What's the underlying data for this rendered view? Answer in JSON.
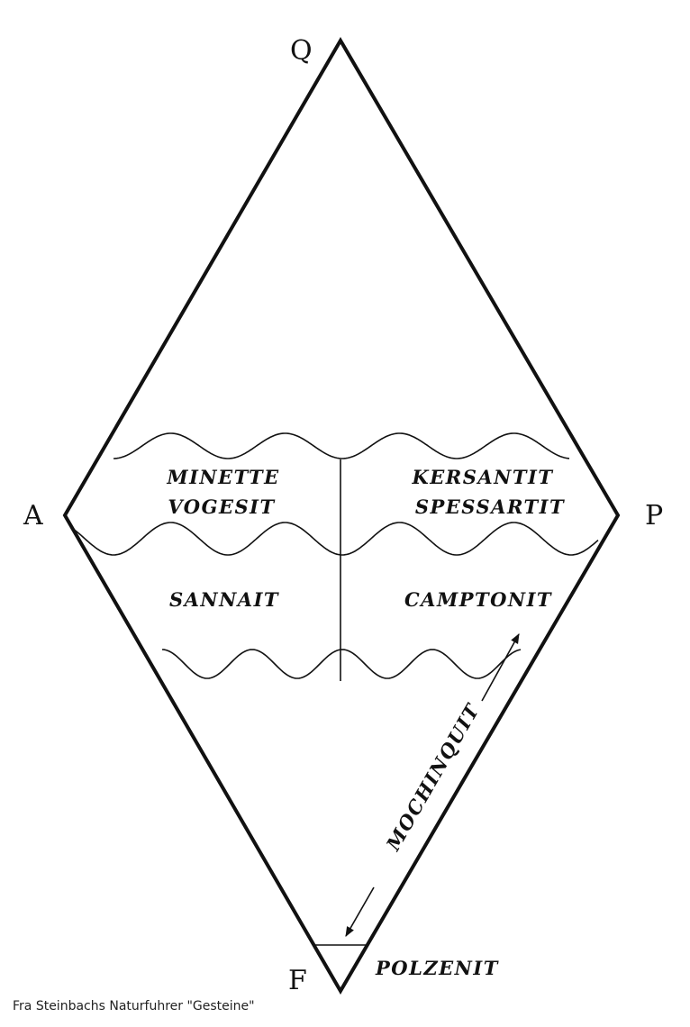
{
  "vertices": {
    "top": "Q",
    "left": "A",
    "right": "P",
    "bottom": "F"
  },
  "fields": {
    "minette": "MINETTE",
    "vogesit": "VOGESIT",
    "kersantit": "KERSANTIT",
    "spessartit": "SPESSARTIT",
    "sannait": "SANNAIT",
    "camptonit": "CAMPTONIT",
    "monchiquit": "MOCHINQUIT",
    "polzenit": "POLZENIT"
  },
  "caption": "Fra Steinbachs Naturfuhrer \"Gesteine\""
}
